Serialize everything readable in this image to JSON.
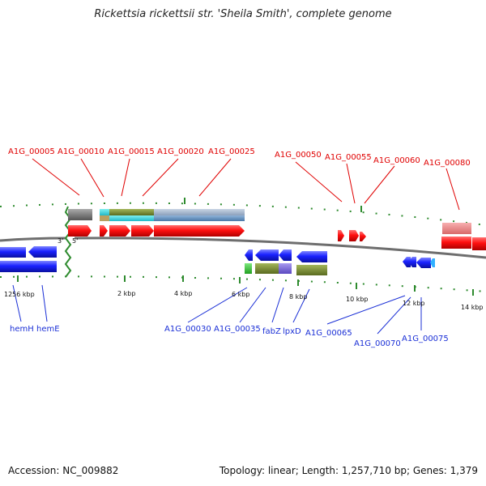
{
  "title": "Rickettsia rickettsii str. 'Sheila Smith', complete genome",
  "footer": {
    "accession": "Accession: NC_009882",
    "summary": "Topology: linear; Length: 1,257,710 bp; Genes: 1,379"
  },
  "ends": {
    "three_prime": "3'",
    "five_prime": "5'"
  },
  "scale_labels": [
    "1256 kbp",
    "2 kbp",
    "4 kbp",
    "6 kbp",
    "8 kbp",
    "10 kbp",
    "12 kbp",
    "14 kbp"
  ],
  "top_labels": [
    "A1G_00005",
    "A1G_00010",
    "A1G_00015",
    "A1G_00020",
    "A1G_00025",
    "A1G_00050",
    "A1G_00055",
    "A1G_00060",
    "A1G_00080"
  ],
  "bottom_labels": [
    "hemH",
    "hemE",
    "A1G_00030",
    "A1G_00035",
    "fabZ",
    "lpxD",
    "A1G_00065",
    "A1G_00070",
    "A1G_00075"
  ],
  "colors": {
    "forward_gene": "#e00000",
    "reverse_gene": "#1a22e0",
    "backbone": "#8a8a8a",
    "tick": "#2e8b2e",
    "origin_break": "#2e8b2e"
  }
}
